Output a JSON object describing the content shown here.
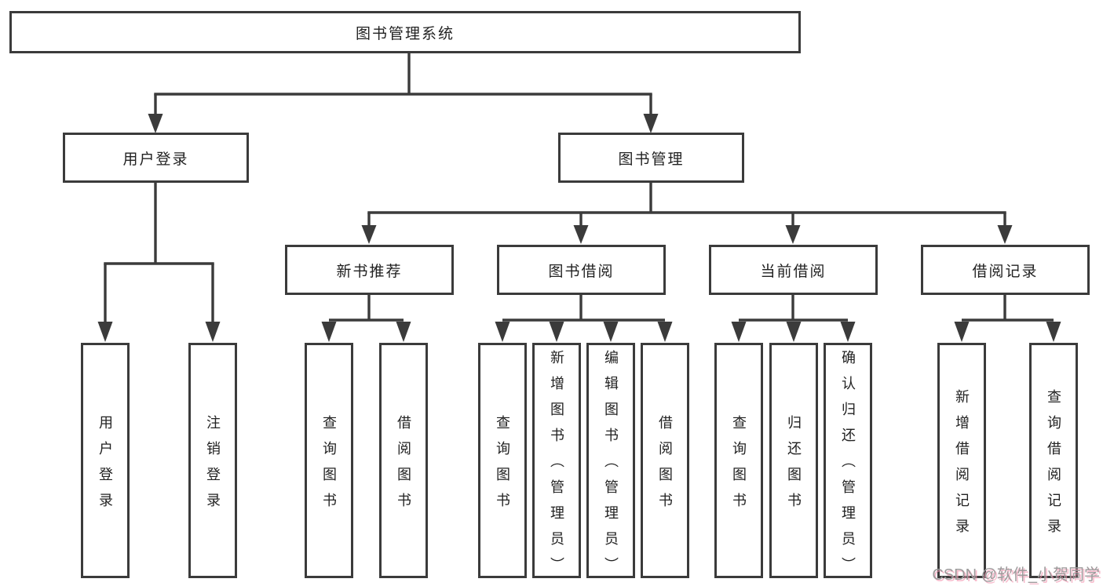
{
  "colors": {
    "line": "#3b3b3b",
    "box_border": "#3b3b3b",
    "box_fill": "#ffffff",
    "text": "#222222",
    "watermark_gray": "#9d9a9b",
    "watermark_pink": "#f296b0"
  },
  "tree": {
    "root": {
      "label": "图书管理系统"
    },
    "branches": [
      {
        "label": "用户登录",
        "children": [
          {
            "label": "用户登录"
          },
          {
            "label": "注销登录"
          }
        ]
      },
      {
        "label": "图书管理",
        "children": [
          {
            "label": "新书推荐",
            "children": [
              {
                "label": "查询图书"
              },
              {
                "label": "借阅图书"
              }
            ]
          },
          {
            "label": "图书借阅",
            "children": [
              {
                "label": "查询图书"
              },
              {
                "label": "新增图书（管理员）"
              },
              {
                "label": "编辑图书（管理员）"
              },
              {
                "label": "借阅图书"
              }
            ]
          },
          {
            "label": "当前借阅",
            "children": [
              {
                "label": "查询图书"
              },
              {
                "label": "归还图书"
              },
              {
                "label": "确认归还（管理员）"
              }
            ]
          },
          {
            "label": "借阅记录",
            "children": [
              {
                "label": "新增借阅记录"
              },
              {
                "label": "查询借阅记录"
              }
            ]
          }
        ]
      }
    ]
  },
  "watermark": {
    "text": "CSDN @软件_小贺同学"
  }
}
